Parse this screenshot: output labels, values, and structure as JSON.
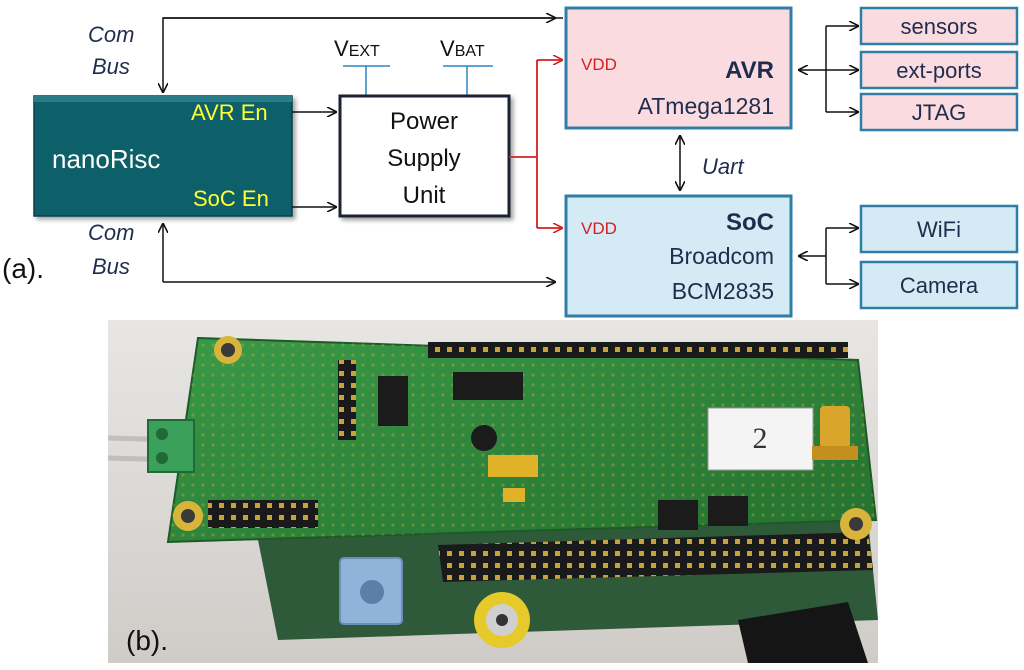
{
  "panel_a_label": "(a).",
  "panel_b_label": "(b).",
  "com_bus_top": {
    "line1": "Com",
    "line2": "Bus"
  },
  "com_bus_bottom": {
    "line1": "Com",
    "line2": "Bus"
  },
  "nanorisc": {
    "title": "nanoRisc",
    "avr_en": "AVR En",
    "soc_en": "SoC En"
  },
  "psu": {
    "line1": "Power",
    "line2": "Supply",
    "line3": "Unit",
    "vext_main": "V",
    "vext_sub": "EXT",
    "vbat_main": "V",
    "vbat_sub": "BAT"
  },
  "avr": {
    "vdd": "VDD",
    "title": "AVR",
    "model": "ATmega1281"
  },
  "soc": {
    "vdd": "VDD",
    "title": "SoC",
    "vendor": "Broadcom",
    "model": "BCM2835"
  },
  "uart": "Uart",
  "avr_peripherals": [
    "sensors",
    "ext-ports",
    "JTAG"
  ],
  "soc_peripherals": [
    "WiFi",
    "Camera"
  ],
  "photo": {
    "board_digit": "2"
  },
  "colors": {
    "nanorisc_fill": "#0f5e6b",
    "nanorisc_accent": "#ffff33",
    "avr_fill": "#fadbe0",
    "soc_fill": "#d4ebf5",
    "box_stroke": "#2f7ea5",
    "power_line": "#d42020",
    "vline": "#2e86c1",
    "pcb_green": "#2f8a3c"
  }
}
